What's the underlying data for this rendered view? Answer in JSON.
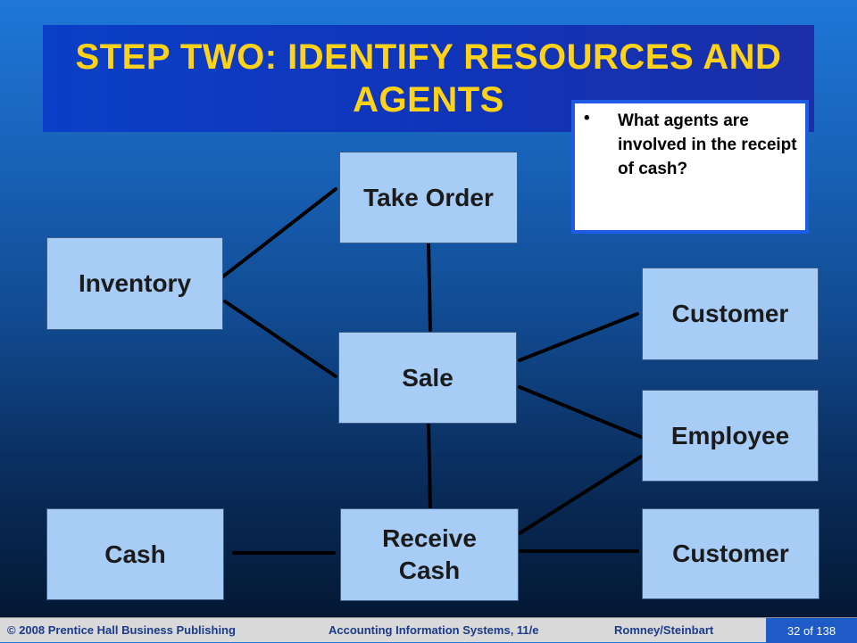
{
  "title": "STEP TWO: IDENTIFY RESOURCES AND AGENTS",
  "note": {
    "bullet": "•",
    "text": "What agents are involved in the receipt of cash?"
  },
  "boxes": {
    "inventory": "Inventory",
    "take_order": "Take Order",
    "sale": "Sale",
    "customer_top": "Customer",
    "employee": "Employee",
    "cash": "Cash",
    "receive_cash": "Receive Cash",
    "customer_bottom": "Customer"
  },
  "footer": {
    "left": "© 2008 Prentice Hall Business Publishing",
    "middle": "Accounting Information Systems, 11/e",
    "right": "Romney/Steinbart",
    "page": "32 of 138"
  }
}
